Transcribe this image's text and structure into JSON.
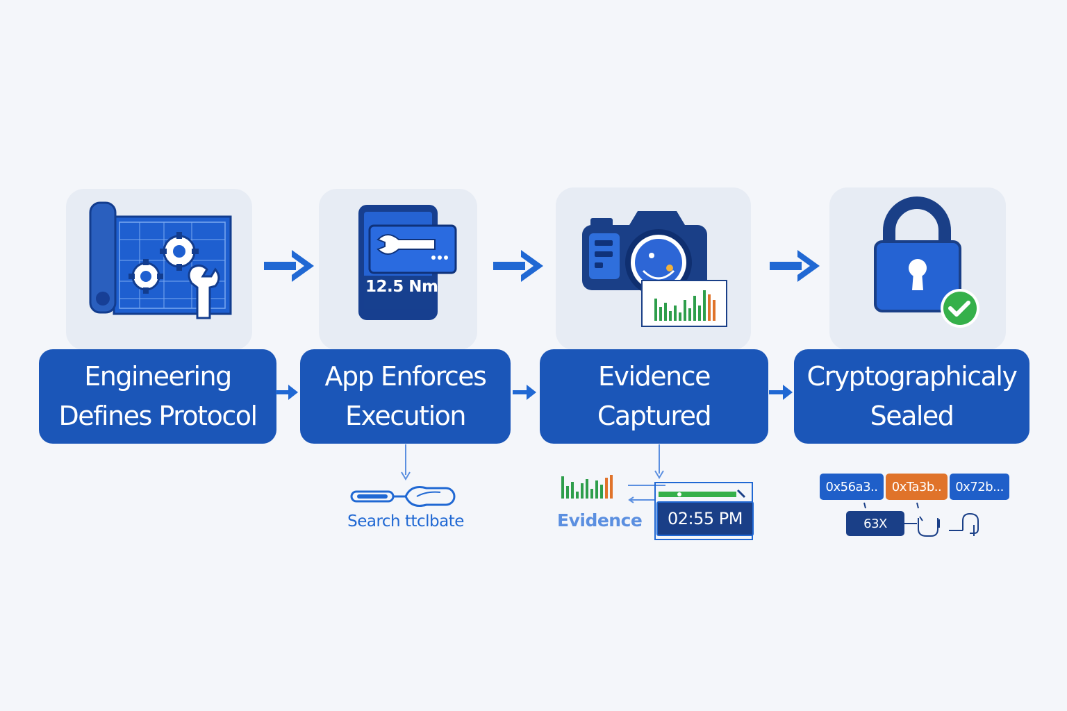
{
  "steps": [
    {
      "line1": "Engineering",
      "line2": "Defines Protocol"
    },
    {
      "line1": "App Enforces",
      "line2": "Execution"
    },
    {
      "line1": "Evidence",
      "line2": "Captured"
    },
    {
      "line1": "Cryptographicaly",
      "line2": "Sealed"
    }
  ],
  "phone": {
    "torque": "12.5 Nm"
  },
  "step2_detail": {
    "caption": "Search ttclbate"
  },
  "step3_detail": {
    "caption": "Evidence",
    "timestamp": "02:55 PM"
  },
  "step4_detail": {
    "hashes": [
      "0x56a3..",
      "0xTa3b..",
      "0x72b..."
    ],
    "badge": "63X"
  },
  "colors": {
    "primary": "#1b56b8",
    "arrow": "#2068d3",
    "tile": "#e7ecf4",
    "green": "#2e9e4b",
    "orange": "#e0732a",
    "check_green": "#35b04a"
  }
}
